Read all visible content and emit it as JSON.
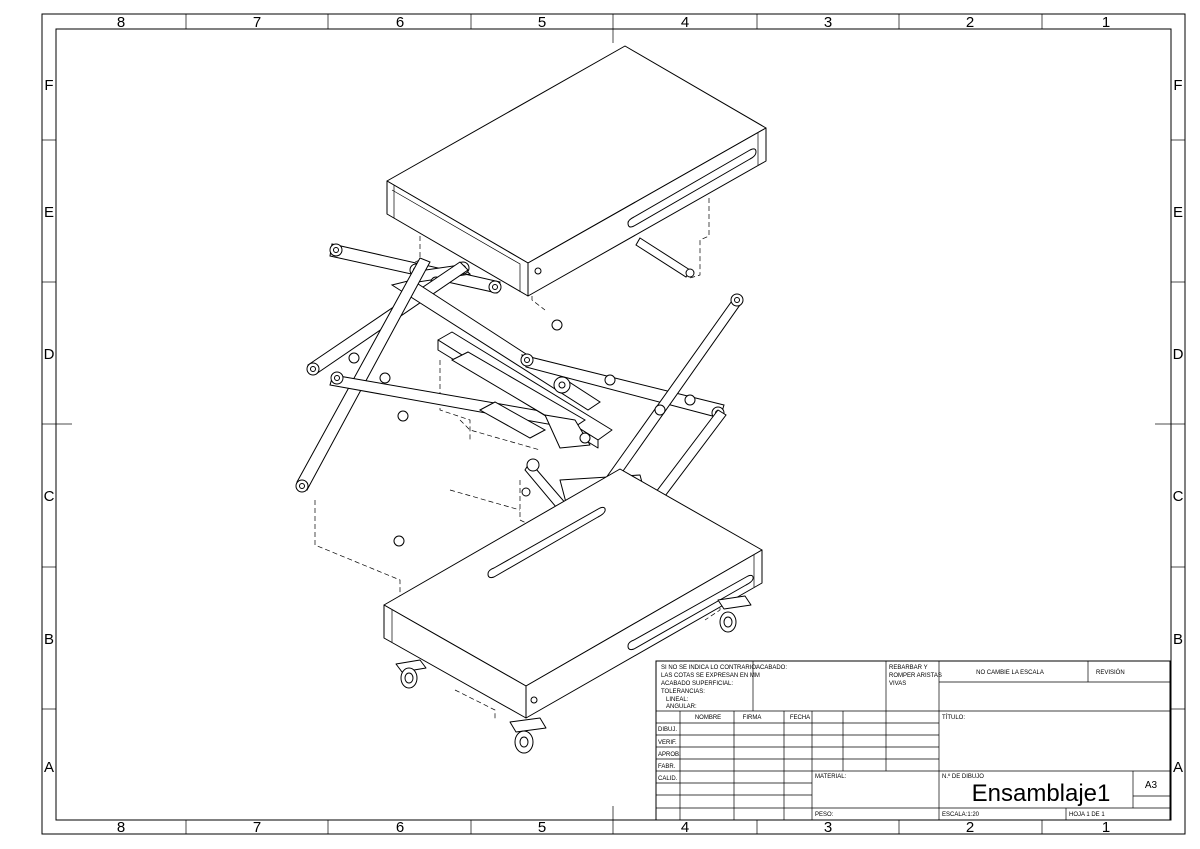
{
  "zones": {
    "columns": [
      "8",
      "7",
      "6",
      "5",
      "4",
      "3",
      "2",
      "1"
    ],
    "rows": [
      "F",
      "E",
      "D",
      "C",
      "B",
      "A"
    ]
  },
  "title_block": {
    "notes": [
      "SI NO SE INDICA LO CONTRARIO:",
      "LAS COTAS SE EXPRESAN EN MM",
      "ACABADO SUPERFICIAL:",
      "TOLERANCIAS:",
      "LINEAL:",
      "ANGULAR:"
    ],
    "finish_label": "ACABADO:",
    "deburr": [
      "REBARBAR Y",
      "ROMPER ARISTAS",
      "VIVAS"
    ],
    "no_scale": "NO CAMBIE LA ESCALA",
    "revision_label": "REVISIÓN",
    "headers": {
      "name": "NOMBRE",
      "signature": "FIRMA",
      "date": "FECHA"
    },
    "roles": [
      "DIBUJ.",
      "VERIF.",
      "APROB.",
      "FABR.",
      "CALID."
    ],
    "title_label": "TÍTULO:",
    "material_label": "MATERIAL:",
    "drawing_no_label": "N.º DE DIBUJO",
    "drawing_no": "Ensamblaje1",
    "sheet_size": "A3",
    "weight_label": "PESO:",
    "scale": "ESCALA:1:20",
    "sheet": "HOJA 1 DE 1"
  }
}
